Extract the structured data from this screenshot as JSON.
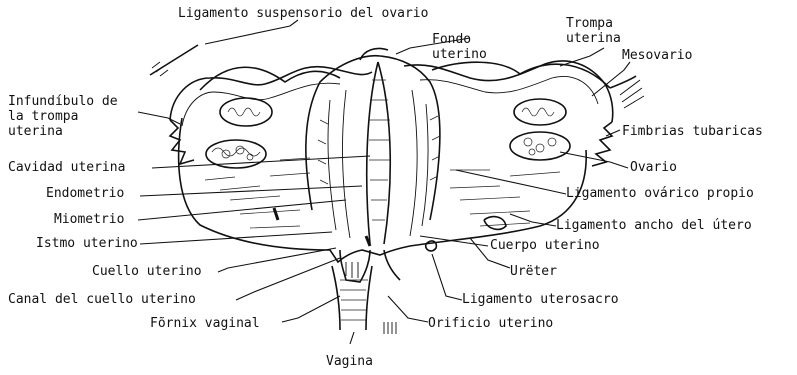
{
  "labels": {
    "ligamento_suspensorio": "Ligamento suspensorio del ovario",
    "trompa_uterina": "Trompa\nuterina",
    "fondo_uterino": "Fondo\nuterino",
    "mesovario": "Mesovario",
    "infundibulo": "Infundíbulo de\nla trompa\nuterina",
    "fimbrias": "Fimbrias tubaricas",
    "cavidad_uterina": "Cavidad uterina",
    "ovario": "Ovario",
    "endometrio": "Endometrio",
    "ligamento_ovarico": "Ligamento ovárico propio",
    "miometrio": "Miometrio",
    "ligamento_ancho": "Ligamento ancho del útero",
    "istmo_uterino": "Istmo uterino",
    "cuerpo_uterino": "Cuerpo uterino",
    "cuello_uterino": "Cuello uterino",
    "ureter": "Urëter",
    "canal_cuello": "Canal del cuello uterino",
    "ligamento_uterosacro": "Ligamento uterosacro",
    "fornix_vaginal": "Fõrnix vaginal",
    "orificio_uterino": "Orificio uterino",
    "vagina": "Vagina"
  }
}
